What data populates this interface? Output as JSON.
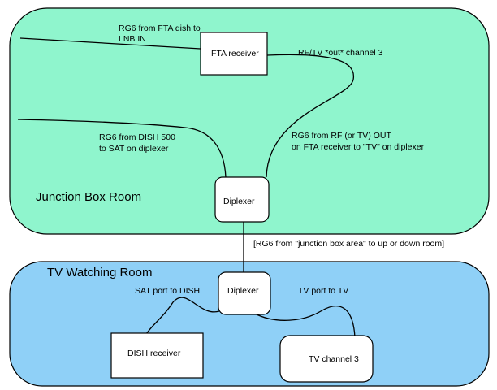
{
  "rooms": {
    "junction": {
      "label": "Junction Box Room",
      "color": "#8ff5cd"
    },
    "tv": {
      "label": "TV Watching Room",
      "color": "#8fd0f7"
    }
  },
  "devices": {
    "fta_receiver": "FTA receiver",
    "diplexer_top": "Diplexer",
    "diplexer_bottom": "Diplexer",
    "dish_receiver": "DISH receiver",
    "tv": "TV channel 3"
  },
  "labels": {
    "fta_dish_line1": "RG6 from FTA dish to",
    "fta_dish_line2": "LNB IN",
    "rf_out": "RF/TV *out* channel 3",
    "dish500_line1": "RG6 from DISH 500",
    "dish500_line2": "to SAT on diplexer",
    "rf_tv_line1": "RG6 from RF (or TV) OUT",
    "rf_tv_line2": "on FTA receiver to \"TV\" on diplexer",
    "junction_to_room": "[RG6 from \"junction box area\" to up or down room]",
    "sat_port": "SAT port to DISH",
    "tv_port": "TV port to TV"
  }
}
